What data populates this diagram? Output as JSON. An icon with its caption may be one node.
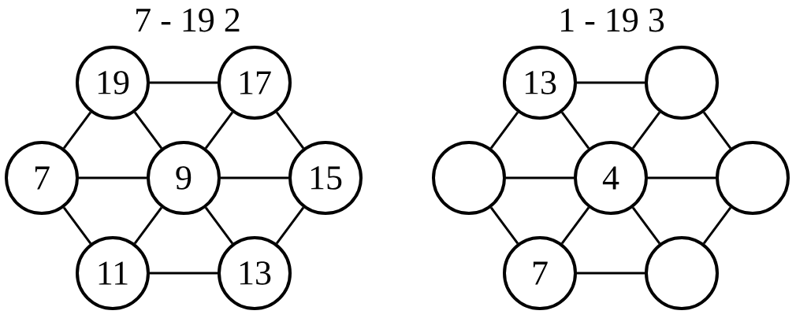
{
  "diagram": {
    "nodes": [
      {
        "text": [
          "19"
        ]
      },
      {
        "text": [
          "17"
        ]
      },
      {
        "text": [
          "7"
        ]
      },
      {
        "text": [
          "9"
        ]
      },
      {
        "text": [
          "15"
        ]
      },
      {
        "text": [
          "11"
        ]
      },
      {
        "text": [
          "13"
        ]
      },
      {
        "text": [
          "13"
        ]
      },
      {
        "text": [],
        "shape": "circle"
      },
      {
        "text": [],
        "shape": "circle"
      },
      {
        "text": [
          "4"
        ]
      },
      {
        "text": [],
        "shape": "circle"
      },
      {
        "text": [
          "7"
        ]
      },
      {
        "text": [],
        "shape": "circle"
      }
    ],
    "edges": [
      {
        "from": 0,
        "to": 1,
        "arrow": "none"
      },
      {
        "from": 0,
        "to": 2,
        "arrow": "none"
      },
      {
        "from": 0,
        "to": 3,
        "arrow": "none"
      },
      {
        "from": 1,
        "to": 3,
        "arrow": "none"
      },
      {
        "from": 1,
        "to": 4,
        "arrow": "none"
      },
      {
        "from": 2,
        "to": 3,
        "arrow": "none"
      },
      {
        "from": 3,
        "to": 4,
        "arrow": "none"
      },
      {
        "from": 2,
        "to": 5,
        "arrow": "none"
      },
      {
        "from": 3,
        "to": 5,
        "arrow": "none"
      },
      {
        "from": 3,
        "to": 6,
        "arrow": "none"
      },
      {
        "from": 4,
        "to": 6,
        "arrow": "none"
      },
      {
        "from": 5,
        "to": 6,
        "arrow": "none"
      },
      {
        "from": 7,
        "to": 8,
        "arrow": "none"
      },
      {
        "from": 7,
        "to": 9,
        "arrow": "none"
      },
      {
        "from": 7,
        "to": 10,
        "arrow": "none"
      },
      {
        "from": 8,
        "to": 10,
        "arrow": "none"
      },
      {
        "from": 8,
        "to": 11,
        "arrow": "none"
      },
      {
        "from": 9,
        "to": 10,
        "arrow": "none"
      },
      {
        "from": 10,
        "to": 11,
        "arrow": "none"
      },
      {
        "from": 9,
        "to": 12,
        "arrow": "none"
      },
      {
        "from": 10,
        "to": 12,
        "arrow": "none"
      },
      {
        "from": 10,
        "to": 13,
        "arrow": "none"
      },
      {
        "from": 11,
        "to": 13,
        "arrow": "none"
      },
      {
        "from": 12,
        "to": 13,
        "arrow": "none"
      }
    ],
    "labels": [
      "7 - 19 2",
      "1 - 19 3"
    ]
  }
}
